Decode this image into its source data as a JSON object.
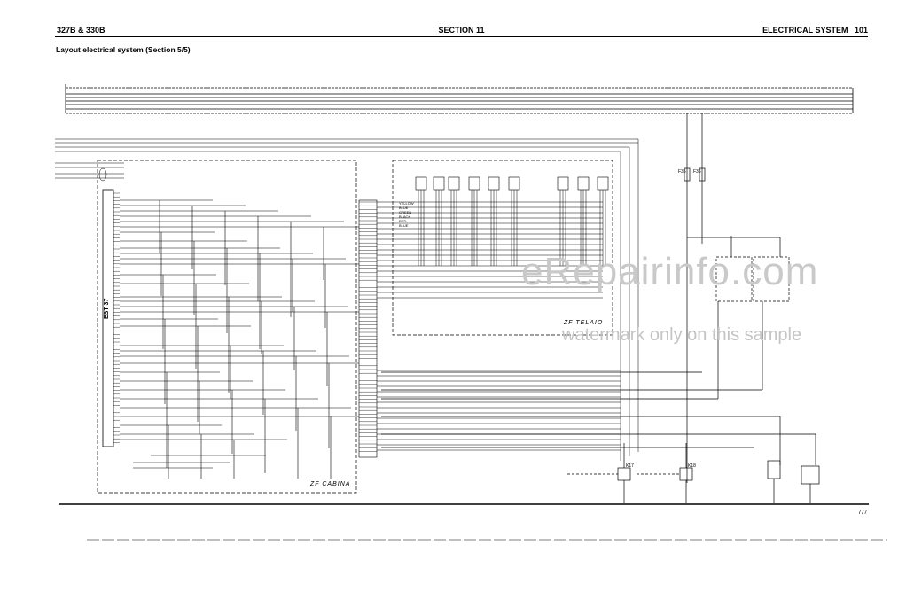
{
  "header": {
    "model": "327B & 330B",
    "section": "SECTION 11",
    "chapter": "ELECTRICAL SYSTEM",
    "page_number": "101"
  },
  "subtitle": "Layout electrical system (Section 5/5)",
  "diagram": {
    "connector_label": "EST 37",
    "cabina_label": "ZF CABINA",
    "telaio_label": "ZF TELAIO",
    "fuse_labels": [
      "F35",
      "F36"
    ],
    "relay_labels": [
      "K17",
      "K18"
    ],
    "wire_colors": [
      "YELLOW",
      "BLUE",
      "GREEN",
      "BLACK",
      "RED",
      "BLUE"
    ],
    "ground_symbol": "777"
  },
  "watermark": {
    "brand": "eRepairinfo.com",
    "note": "watermark only on this sample"
  }
}
